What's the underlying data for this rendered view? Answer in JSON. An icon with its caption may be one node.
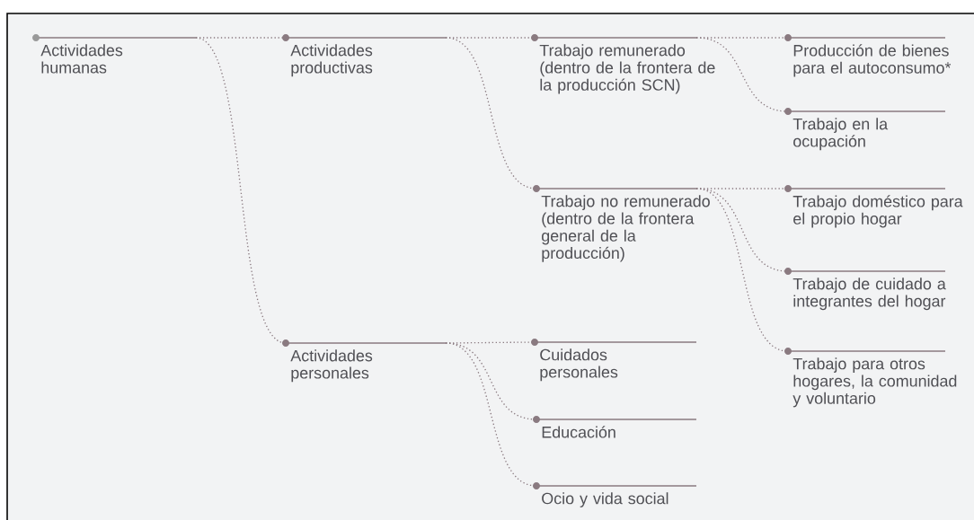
{
  "diagram": {
    "nodes": [
      {
        "text": [
          "Actividades humanas"
        ]
      },
      {
        "text": [
          "Actividades productivas"
        ]
      },
      {
        "text": [
          "Trabajo remunerado (dentro de la frontera de la producción SCN)"
        ]
      },
      {
        "text": [
          "Producción de bienes para el autoconsumo*"
        ]
      },
      {
        "text": [
          "Trabajo en la ocupación"
        ]
      },
      {
        "text": [
          "Trabajo no remunerado (dentro de la frontera general de la producción)"
        ]
      },
      {
        "text": [
          "Trabajo doméstico para el propio hogar"
        ]
      },
      {
        "text": [
          "Trabajo de cuidado a integrantes del hogar"
        ]
      },
      {
        "text": [
          "Trabajo para otros hogares, la comunidad y voluntario"
        ]
      },
      {
        "text": [
          "Actividades personales"
        ]
      },
      {
        "text": [
          "Cuidados personales"
        ]
      },
      {
        "text": [
          "Educación"
        ]
      },
      {
        "text": [
          "Ocio y vida social"
        ]
      }
    ],
    "edges": [
      {
        "from": 0,
        "to": 1,
        "arrow": "none"
      },
      {
        "from": 0,
        "to": 9,
        "arrow": "none"
      },
      {
        "from": 1,
        "to": 2,
        "arrow": "none"
      },
      {
        "from": 1,
        "to": 5,
        "arrow": "none"
      },
      {
        "from": 2,
        "to": 3,
        "arrow": "none"
      },
      {
        "from": 2,
        "to": 4,
        "arrow": "none"
      },
      {
        "from": 5,
        "to": 6,
        "arrow": "none"
      },
      {
        "from": 5,
        "to": 7,
        "arrow": "none"
      },
      {
        "from": 5,
        "to": 8,
        "arrow": "none"
      },
      {
        "from": 9,
        "to": 10,
        "arrow": "none"
      },
      {
        "from": 9,
        "to": 11,
        "arrow": "none"
      },
      {
        "from": 9,
        "to": 12,
        "arrow": "none"
      }
    ]
  }
}
